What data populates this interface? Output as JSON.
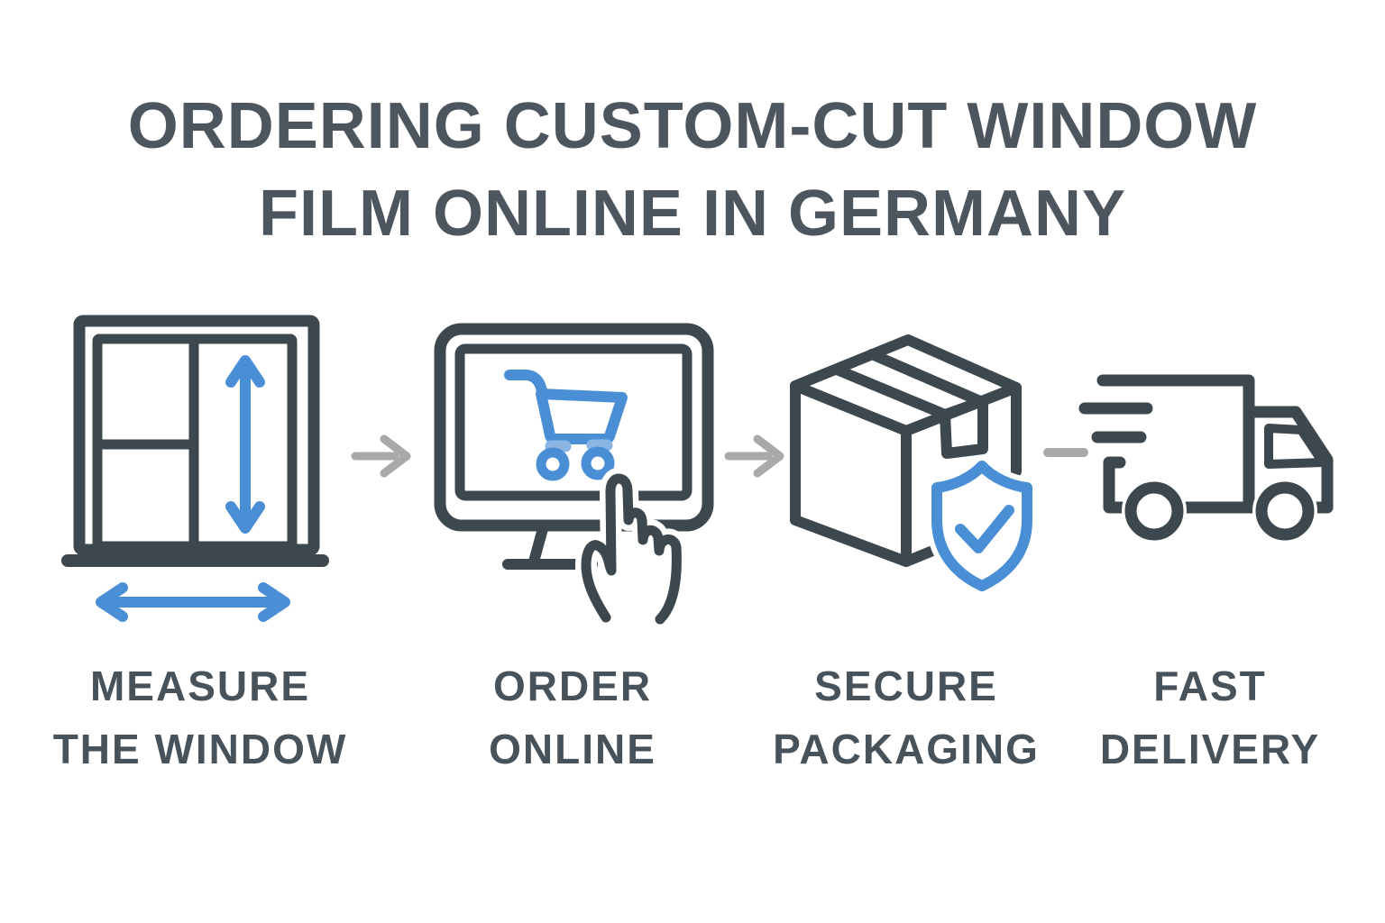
{
  "title": {
    "line1": "ORDERING CUSTOM-CUT WINDOW",
    "line2": "FILM ONLINE IN GERMANY"
  },
  "steps": [
    {
      "icon": "window-measure-icon",
      "label_line1": "MEASURE",
      "label_line2": "THE WINDOW"
    },
    {
      "icon": "monitor-cart-click-icon",
      "label_line1": "ORDER",
      "label_line2": "ONLINE"
    },
    {
      "icon": "package-shield-icon",
      "label_line1": "SECURE",
      "label_line2": "PACKAGING"
    },
    {
      "icon": "delivery-truck-icon",
      "label_line1": "FAST",
      "label_line2": "DELIVERY"
    }
  ],
  "separators": [
    "arrow-right",
    "arrow-right",
    "dash"
  ],
  "colors": {
    "icon_ink": "#3d474e",
    "text": "#4d565e",
    "accent_blue": "#4a8fd6",
    "accent_blue_light": "#8ab4e2",
    "connector_gray": "#a9a9a9",
    "background": "#ffffff"
  }
}
